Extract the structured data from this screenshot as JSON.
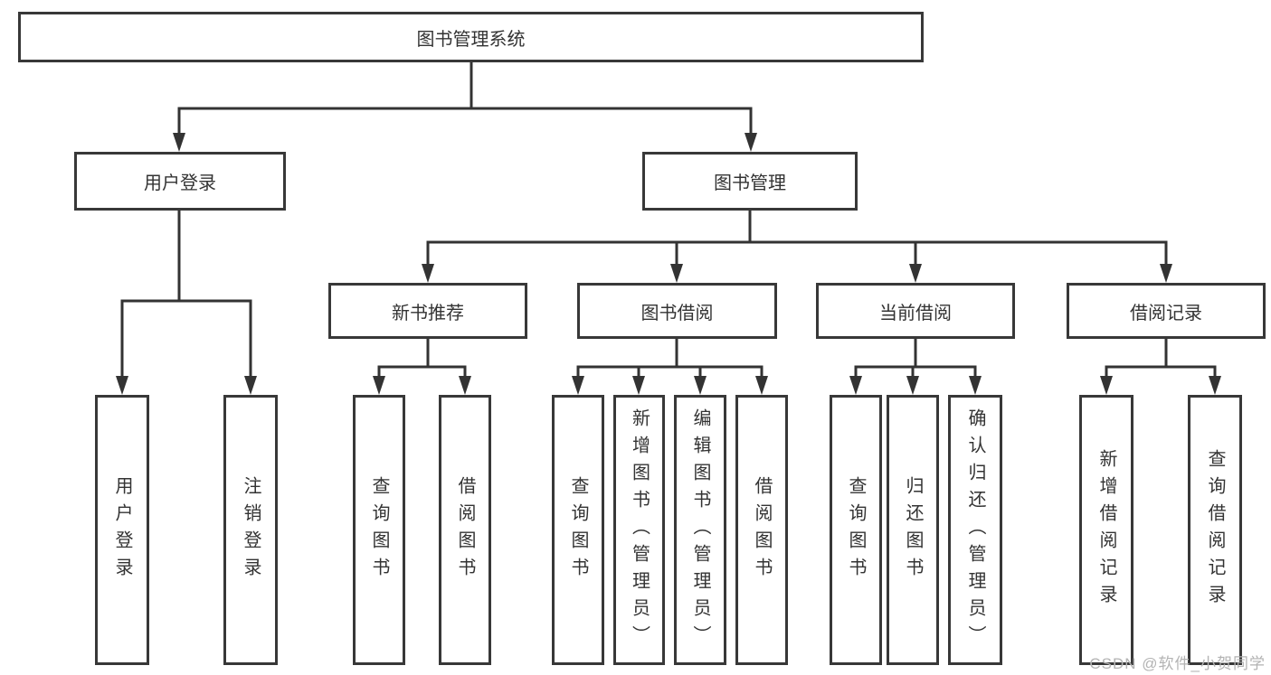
{
  "diagram": {
    "root": "图书管理系统",
    "branches": [
      {
        "label": "用户登录",
        "children": [
          "用户登录",
          "注销登录"
        ]
      },
      {
        "label": "图书管理",
        "sections": [
          {
            "label": "新书推荐",
            "children": [
              "查询图书",
              "借阅图书"
            ]
          },
          {
            "label": "图书借阅",
            "children": [
              "查询图书",
              "新增图书（管理员）",
              "编辑图书（管理员）",
              "借阅图书"
            ]
          },
          {
            "label": "当前借阅",
            "children": [
              "查询图书",
              "归还图书",
              "确认归还（管理员）"
            ]
          },
          {
            "label": "借阅记录",
            "children": [
              "新增借阅记录",
              "查询借阅记录"
            ]
          }
        ]
      }
    ]
  },
  "watermark": "CSDN @软件_小贺同学",
  "colors": {
    "line": "#333333",
    "box_border": "#383838",
    "text": "#333333",
    "watermark": "#b3b3b3",
    "background": "#ffffff"
  }
}
